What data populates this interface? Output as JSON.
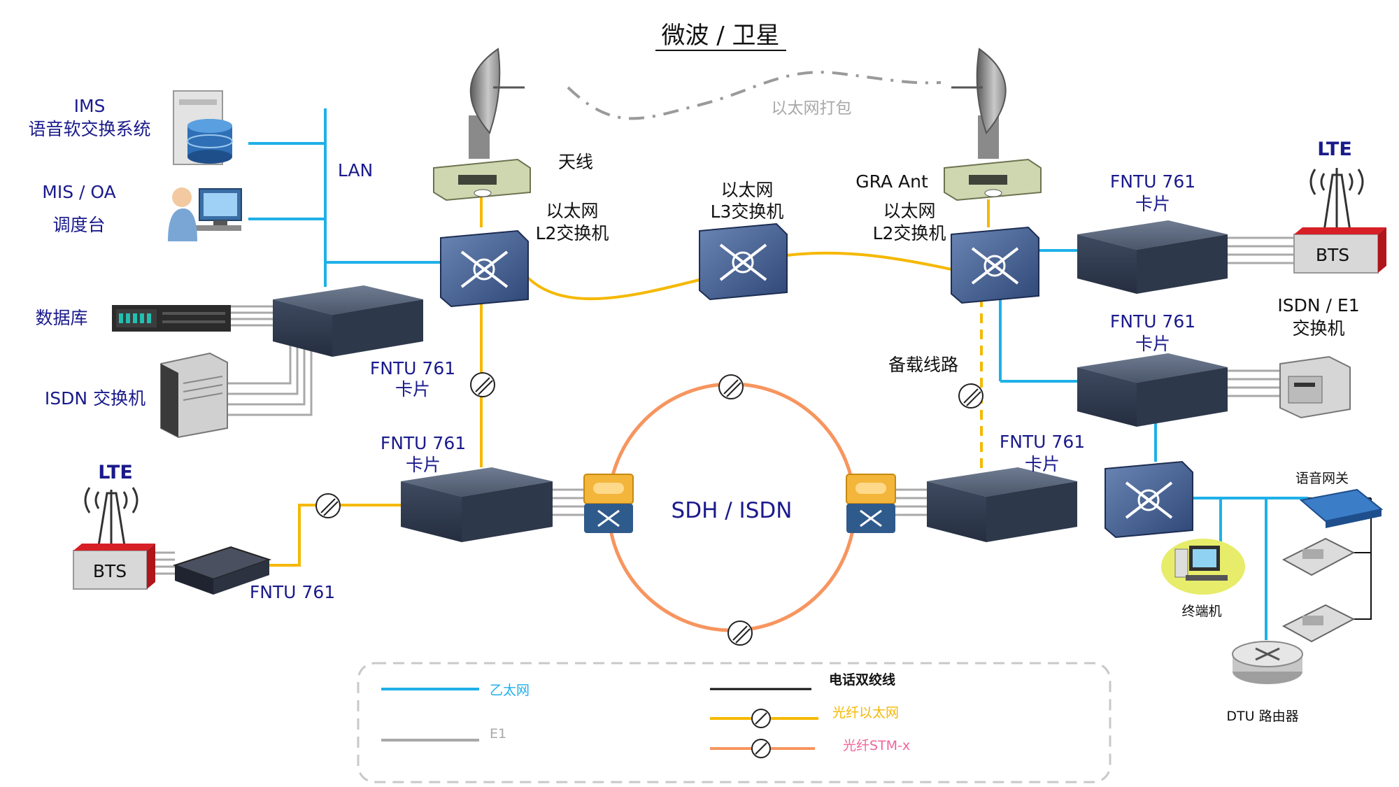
{
  "header": {
    "title": "微波 / 卫星",
    "ethernet_packing": "以太网打包"
  },
  "left_devices": {
    "ims": "IMS",
    "ims_sub": "语音软交换系统",
    "mis": "MIS / OA",
    "mis_sub": "调度台",
    "database": "数据库",
    "isdn_switch": "ISDN  交换机",
    "lan": "LAN"
  },
  "antennas": {
    "left": "天线",
    "right": "GRA  Ant"
  },
  "switches": {
    "left_l2_a": "以太网",
    "left_l2_b": "L2交换机",
    "l3_a": "以太网",
    "l3_b": "L3交换机",
    "right_l2_a": "以太网",
    "right_l2_b": "L2交换机"
  },
  "fntu": {
    "top_right_a": "FNTU 761",
    "top_right_b": "卡片",
    "mid_right_a": "FNTU 761",
    "mid_right_b": "卡片",
    "left_mid_a": "FNTU 761",
    "left_mid_b": "卡片",
    "left_ring_a": "FNTU 761",
    "left_ring_b": "卡片",
    "right_ring_a": "FNTU 761",
    "right_ring_b": "卡片",
    "bottom_left": "FNTU 761"
  },
  "ring": {
    "label": "SDH / ISDN"
  },
  "backup": "备载线路",
  "right_devices": {
    "lte_top": "LTE",
    "bts_top": "BTS",
    "isdn_e1_a": "ISDN / E1",
    "isdn_e1_b": "交换机",
    "voice_gw": "语音网关",
    "terminal": "终端机",
    "dtu_router": "DTU 路由器"
  },
  "left_bottom": {
    "lte": "LTE",
    "bts": "BTS"
  },
  "legend": {
    "ethernet": "乙太网",
    "e1": "E1",
    "phone_pair": "电话双绞线",
    "fiber_ethernet": "光纤以太网",
    "fiber_stm": "光纤STM-x"
  },
  "colors": {
    "ethernet": "#1fb0e8",
    "e1": "#a9a9a9",
    "fiber_ethernet": "#f5b800",
    "fiber_stm": "#f7955f",
    "phone": "#111111",
    "label": "#1a1a8c"
  }
}
